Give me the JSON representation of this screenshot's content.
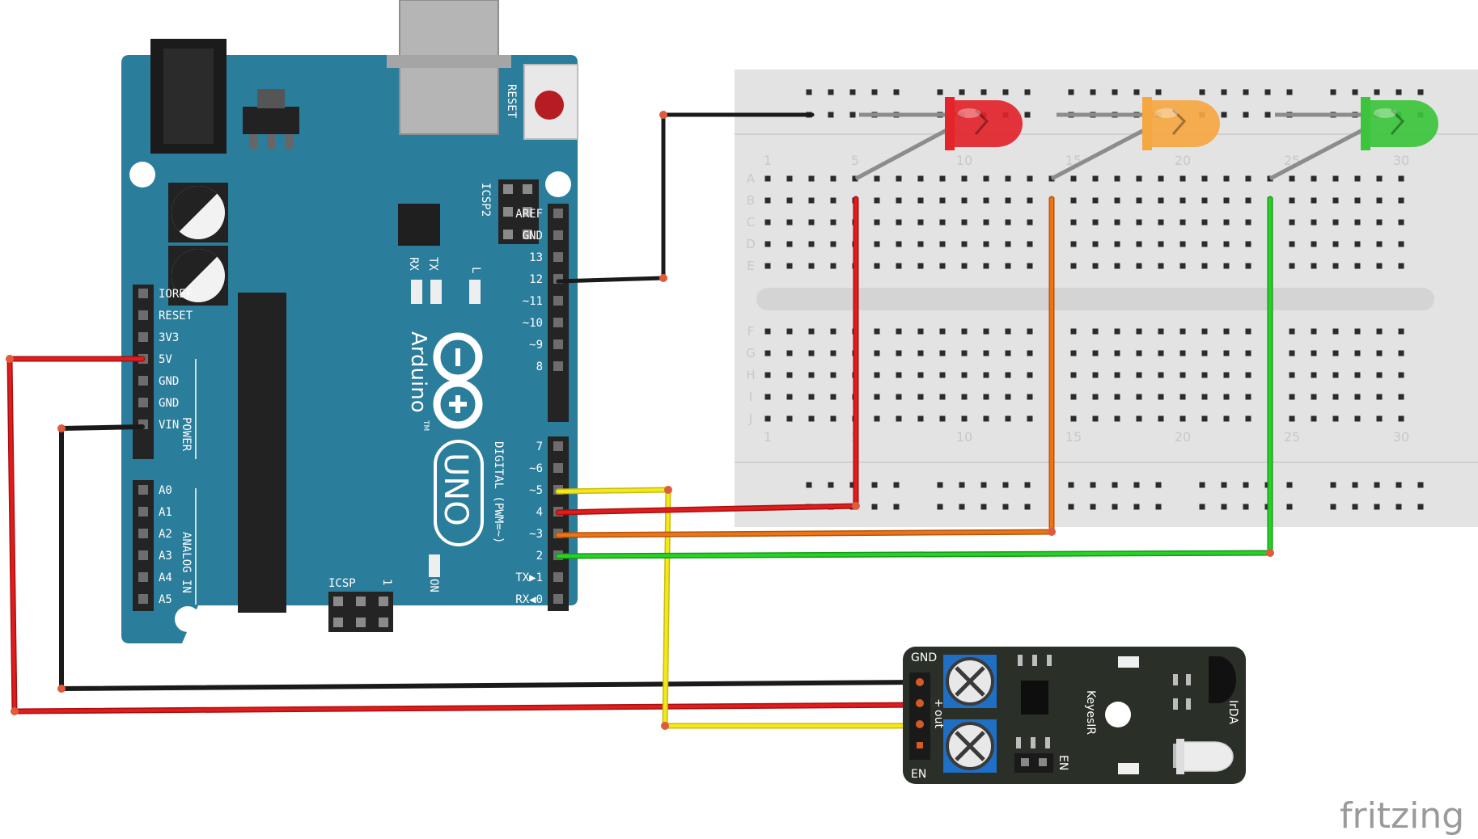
{
  "arduino": {
    "reset_label": "RESET",
    "icsp2_label": "ICSP2",
    "icsp_label": "ICSP",
    "icsp_pin1": "1",
    "tx_label": "TX",
    "rx_label": "RX",
    "l_label": "L",
    "on_label": "ON",
    "brand_label": "Arduino",
    "tm_label": "TM",
    "model_label": "UNO",
    "digital_label": "DIGITAL (PWM=~)",
    "power_label": "POWER",
    "analog_label": "ANALOG IN",
    "power_pins": [
      "IOREF",
      "RESET",
      "3V3",
      "5V",
      "GND",
      "GND",
      "VIN"
    ],
    "analog_pins": [
      "A0",
      "A1",
      "A2",
      "A3",
      "A4",
      "A5"
    ],
    "digital_high_pins": [
      "AREF",
      "GND",
      "13",
      "12",
      "~11",
      "~10",
      "~9",
      "8"
    ],
    "digital_low_pins": [
      "7",
      "~6",
      "~5",
      "4",
      "~3",
      "2",
      "TX▶1",
      "RX◀0"
    ]
  },
  "breadboard": {
    "row_letters_top": [
      "A",
      "B",
      "C",
      "D",
      "E"
    ],
    "row_letters_bottom": [
      "F",
      "G",
      "H",
      "I",
      "J"
    ],
    "column_numbers": [
      "1",
      "5",
      "10",
      "15",
      "20",
      "25",
      "30"
    ]
  },
  "leds": [
    {
      "color": "red",
      "hex": "#e3242b"
    },
    {
      "color": "orange",
      "hex": "#f5a742"
    },
    {
      "color": "green",
      "hex": "#3cc43c"
    }
  ],
  "sensor": {
    "gnd_label": "GND",
    "plus_label": "+",
    "out_label": "out",
    "en_label": "EN",
    "en_label2": "EN",
    "name_label": "KeyesIR",
    "irda_label": "IrDA"
  },
  "watermark": "fritzing",
  "colors": {
    "board": "#2a7d9b",
    "wire_red": "#d41c1c",
    "wire_black": "#1f1f1f",
    "wire_yellow": "#f2e51a",
    "wire_orange": "#e06a12",
    "wire_green": "#22c422"
  }
}
